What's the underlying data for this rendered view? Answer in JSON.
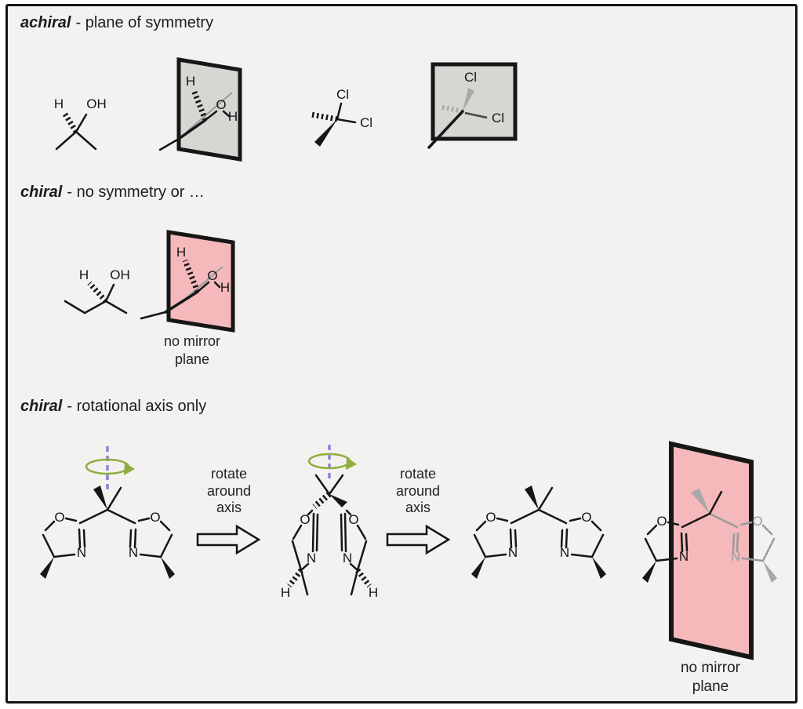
{
  "sections": [
    {
      "term": "achiral",
      "desc": "- plane of symmetry"
    },
    {
      "term": "chiral",
      "desc": "- no symmetry or …"
    },
    {
      "term": "chiral",
      "desc": "- rotational axis only"
    }
  ],
  "labels": {
    "H": "H",
    "OH": "OH",
    "O": "O",
    "N": "N",
    "Cl": "Cl"
  },
  "captions": {
    "no_mirror_plane": "no mirror plane",
    "rotate_around_axis": "rotate around axis"
  },
  "colors": {
    "plane_gray": "#d7d6d3",
    "plane_pink": "#f5b9bb",
    "axis_purple": "#8d82d8",
    "rotation_green": "#8fae3e",
    "frame_black": "#161616",
    "bond_gray": "#9a9a9a"
  }
}
